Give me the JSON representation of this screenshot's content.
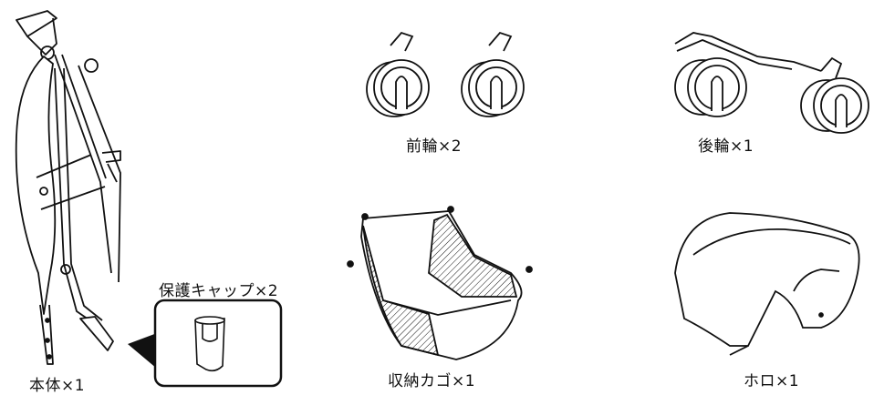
{
  "labels": {
    "body": "本体×1",
    "caps": "保護キャップ×2",
    "front_wheels": "前輪×2",
    "rear_wheels": "後輪×1",
    "basket": "収納カゴ×1",
    "canopy": "ホロ×1"
  },
  "colors": {
    "stroke": "#111111",
    "fill": "#ffffff",
    "pointer": "#111111"
  }
}
